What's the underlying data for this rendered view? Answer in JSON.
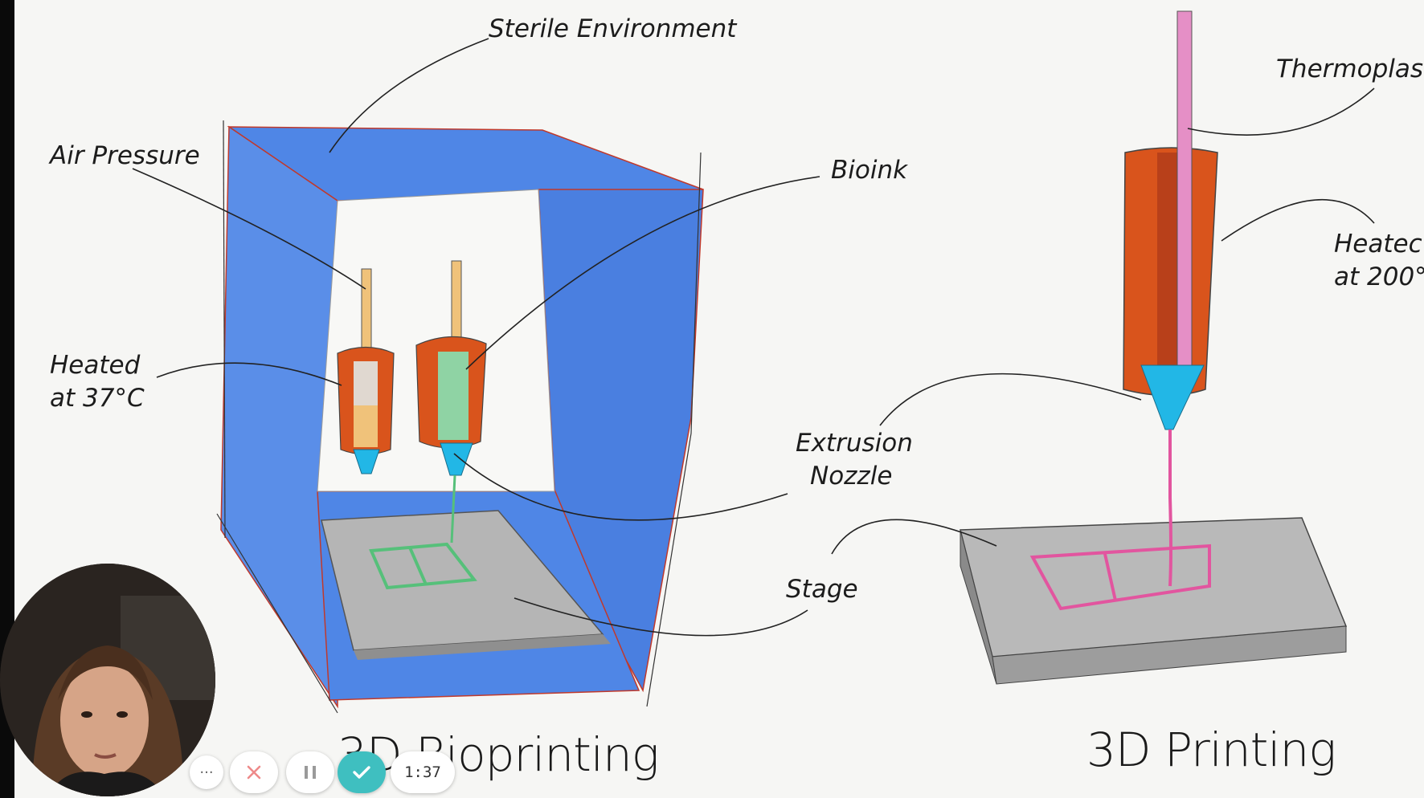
{
  "diagram": {
    "labels": {
      "sterile_environment": "Sterile Environment",
      "air_pressure": "Air Pressure",
      "bioink": "Bioink",
      "heated_37_line1": "Heated",
      "heated_37_line2": "at 37°C",
      "extrusion_line1": "Extrusion",
      "extrusion_line2": "Nozzle",
      "stage": "Stage",
      "thermoplastic": "Thermoplas",
      "heated_200_line1": "Heatec",
      "heated_200_line2": "at 200°"
    },
    "titles": {
      "bioprinting": "3D Bioprinting",
      "printing": "3D Printing"
    },
    "colors": {
      "frame_blue": "#4f86e6",
      "heater_orange": "#d9541c",
      "nozzle_cyan": "#22b7e6",
      "bioink_green": "#8fd3a4",
      "filament_pink": "#e58fc6",
      "stage_gray": "#b9b9b9"
    }
  },
  "recorder": {
    "more_label": "···",
    "close_icon": "x-icon",
    "pause_icon": "pause-icon",
    "done_icon": "check-icon",
    "timer": "1:37",
    "accent": "#3fbfc0"
  }
}
